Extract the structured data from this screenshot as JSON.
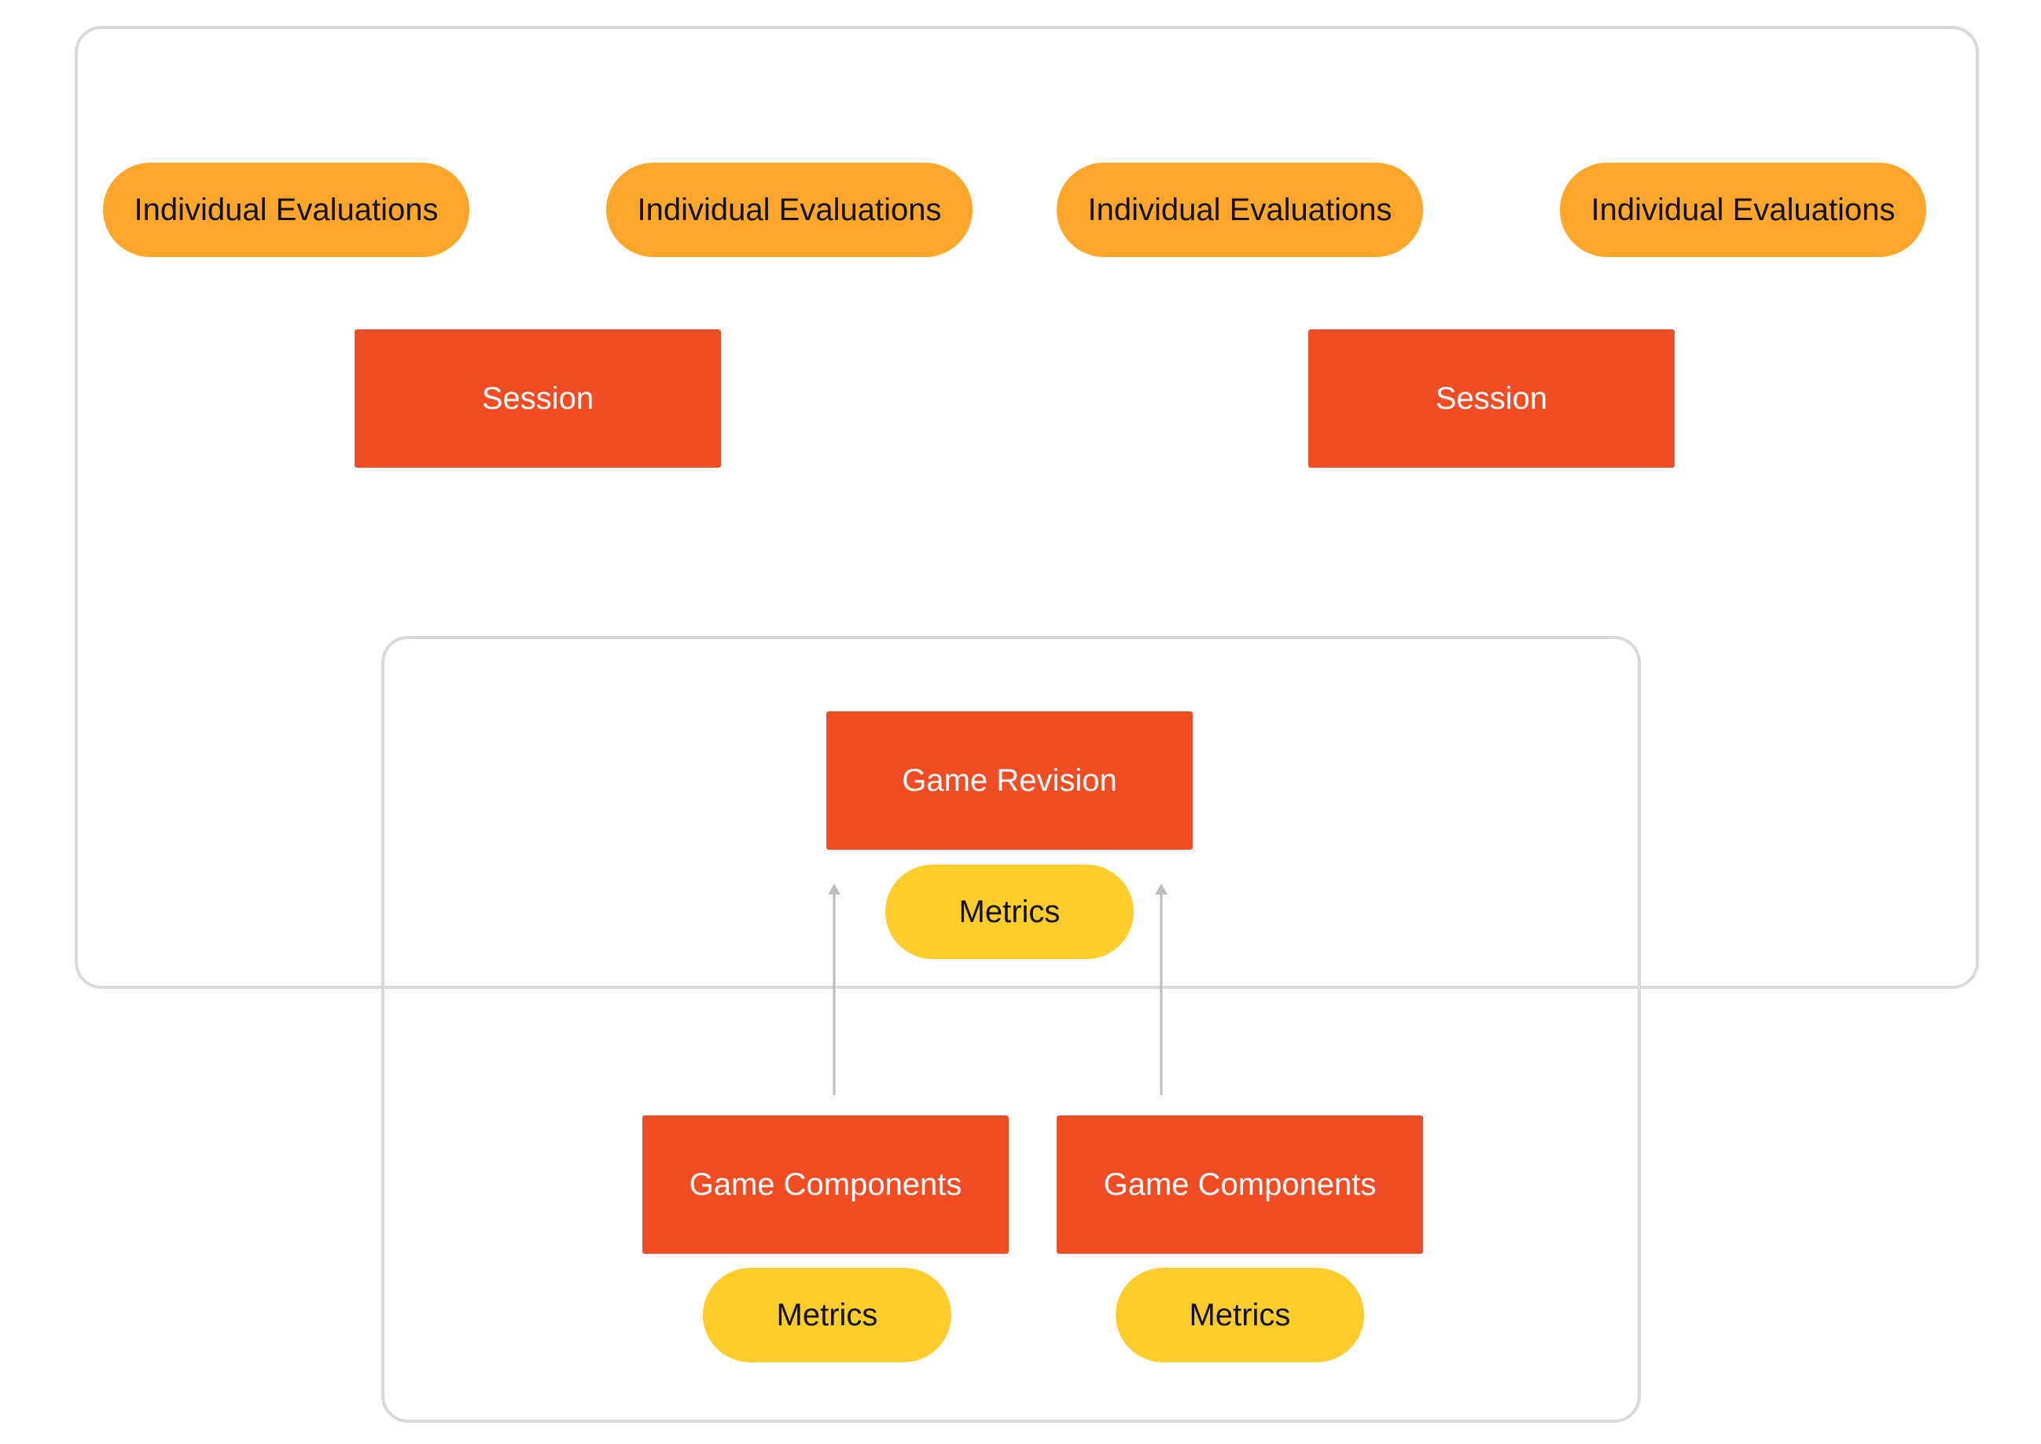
{
  "diagram": {
    "evaluations": [
      {
        "label": "Individual Evaluations"
      },
      {
        "label": "Individual Evaluations"
      },
      {
        "label": "Individual Evaluations"
      },
      {
        "label": "Individual Evaluations"
      }
    ],
    "sessions": [
      {
        "label": "Session"
      },
      {
        "label": "Session"
      }
    ],
    "game_revision": {
      "label": "Game Revision",
      "metrics_label": "Metrics"
    },
    "game_components": [
      {
        "label": "Game Components",
        "metrics_label": "Metrics"
      },
      {
        "label": "Game Components",
        "metrics_label": "Metrics"
      }
    ],
    "colors": {
      "evaluation_pill": "#ffa62b",
      "box": "#f24c24",
      "metrics_pill": "#fecd2b",
      "frame": "#d9d9d9",
      "arrow": "#bdbdbd"
    }
  }
}
